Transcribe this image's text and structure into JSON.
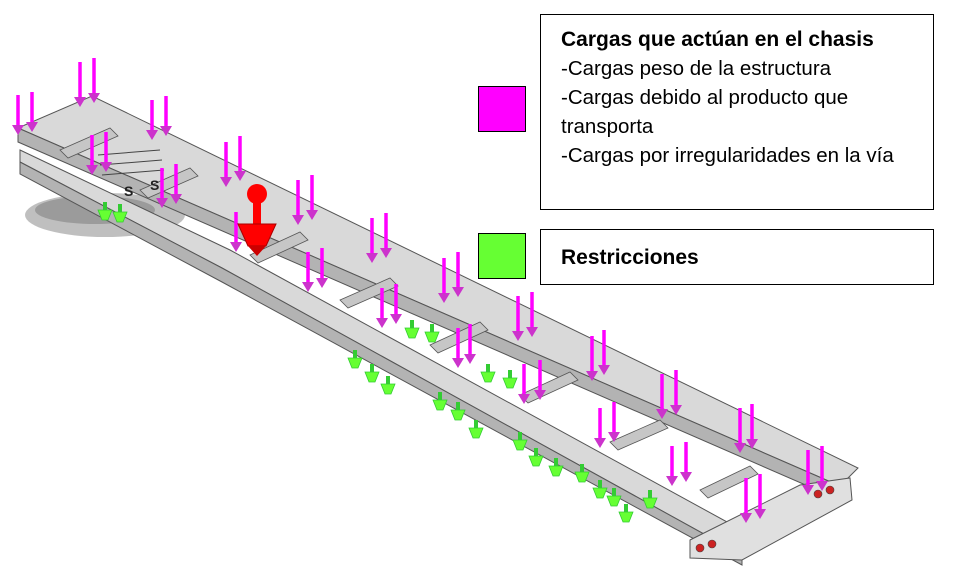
{
  "colors": {
    "loads": "#ff00ff",
    "loads_arrow": "#cc33cc",
    "restrictions": "#66ff33",
    "restrictions_dark": "#33cc33",
    "frame_fill": "#d9d9d9",
    "frame_shade": "#b3b3b3",
    "frame_edge": "#555555",
    "marker": "#ff0000",
    "lights": "#cc2222"
  },
  "legend": {
    "loads": {
      "title": "Cargas que actúan en el chasis",
      "items": [
        "-Cargas peso de la estructura",
        "-Cargas debido al producto que transporta",
        "-Cargas por irregularidades en la vía"
      ]
    },
    "restrictions": {
      "title": "Restricciones"
    }
  },
  "model": {
    "icons": [
      "load-arrow-icon",
      "fixture-icon",
      "reference-point-icon"
    ],
    "labels": {
      "axis_1": "S",
      "axis_2": "S"
    }
  }
}
